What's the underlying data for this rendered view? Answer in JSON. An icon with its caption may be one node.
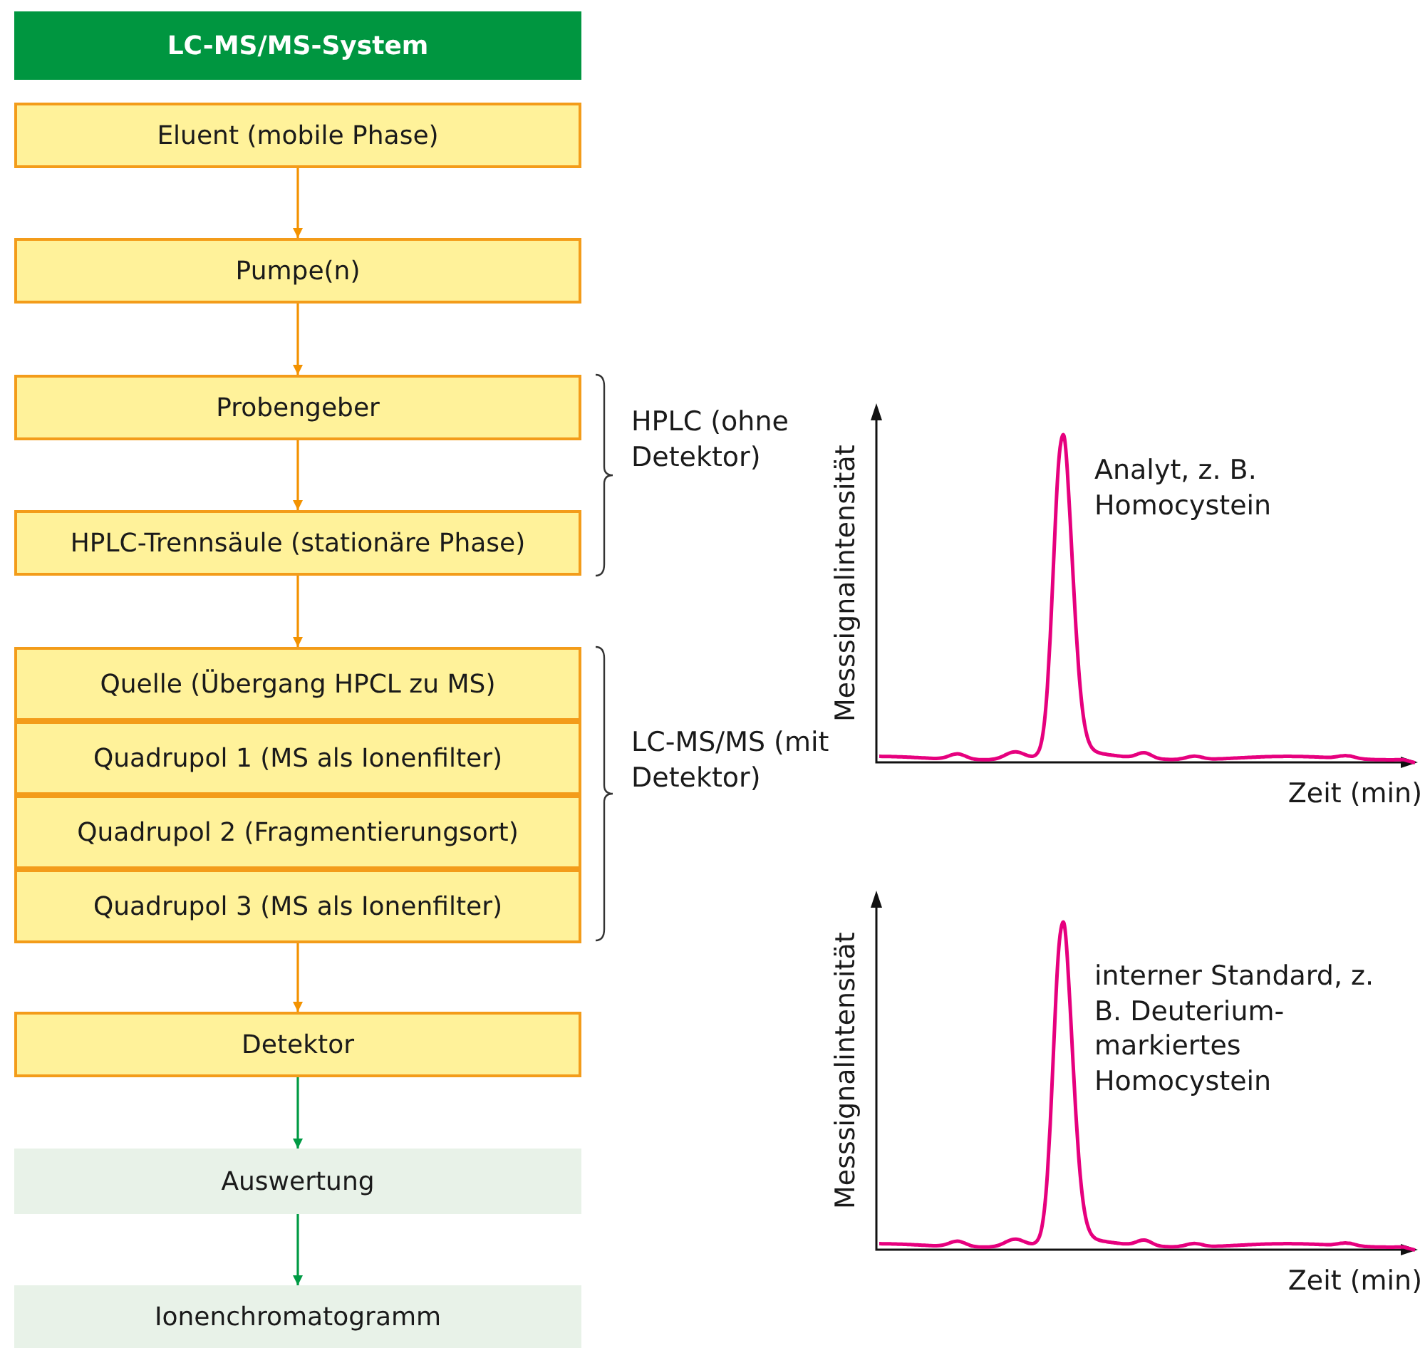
{
  "diagram": {
    "nodes": [
      {
        "text": [
          "LC-MS/MS-System"
        ]
      },
      {
        "text": [
          "Eluent (mobile Phase)"
        ]
      },
      {
        "text": [
          "Pumpe(n)"
        ]
      },
      {
        "text": [
          "Probengeber"
        ]
      },
      {
        "text": [
          "HPLC-Trennsäule (stationäre Phase)"
        ]
      },
      {
        "text": [
          "Quelle (Übergang HPCL zu MS)"
        ]
      },
      {
        "text": [
          "Quadrupol 1 (MS als Ionenfilter)"
        ]
      },
      {
        "text": [
          "Quadrupol 2 (Fragmentierungsort)"
        ]
      },
      {
        "text": [
          "Quadrupol 3 (MS als Ionenfilter)"
        ]
      },
      {
        "text": [
          "Detektor"
        ]
      },
      {
        "text": [
          "Auswertung"
        ]
      },
      {
        "text": [
          "Ionenchromatogramm"
        ]
      }
    ],
    "edges": [
      {
        "from": 1,
        "to": 2,
        "arrow": "to"
      },
      {
        "from": 2,
        "to": 3,
        "arrow": "to"
      },
      {
        "from": 3,
        "to": 4,
        "arrow": "to"
      },
      {
        "from": 4,
        "to": 5,
        "arrow": "to"
      },
      {
        "from": 8,
        "to": 9,
        "arrow": "to"
      },
      {
        "from": 9,
        "to": 10,
        "arrow": "to",
        "color": "#009a44"
      },
      {
        "from": 10,
        "to": 11,
        "arrow": "to",
        "color": "#009a44"
      }
    ],
    "labels": [
      "HPLC (ohne Detektor)",
      "Messsignalintensität",
      "Analyt, z. B. Homocystein",
      "LC-MS/MS (mit Detektor)",
      "Zeit (min)",
      "Messsignalintensität",
      "interner Standard, z. B. Deuterium-markiertes Homocystein",
      "Zeit (min)"
    ]
  }
}
